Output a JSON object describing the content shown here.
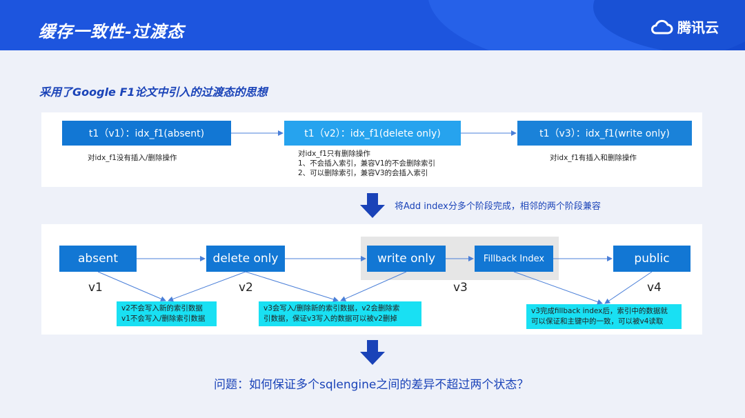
{
  "header": {
    "title": "缓存一致性-过渡态",
    "logo_text": "腾讯云"
  },
  "subtitle": "采用了Google F1论文中引入的过渡态的思想",
  "top_flow": {
    "states": [
      {
        "label": "t1（v1）：idx_f1(absent)",
        "desc": [
          "对idx_f1没有插入/删除操作"
        ]
      },
      {
        "label": "t1（v2）：idx_f1(delete only)",
        "desc": [
          "对idx_f1只有删除操作",
          "1、不会插入索引，兼容V1的不会删除索引",
          "2、可以删除索引，兼容V3的会插入索引"
        ]
      },
      {
        "label": "t1（v3）：idx_f1(write only)",
        "desc": [
          "对idx_f1有插入和删除操作"
        ]
      }
    ]
  },
  "banner": "将Add index分多个阶段完成，相邻的两个阶段兼容",
  "bottom_flow": {
    "states": [
      "absent",
      "delete only",
      "write only",
      "Fillback Index",
      "public"
    ],
    "versions": [
      "v1",
      "v2",
      "v3",
      "v4"
    ],
    "notes": [
      [
        "v2不会写入新的索引数据",
        "v1不会写入/删除索引数据"
      ],
      [
        "v3会写入/删除新的索引数据，v2会删除索",
        "引数据，保证v3写入的数据可以被v2删掉"
      ],
      [
        "v3完成fillback index后，索引中的数据就",
        "可以保证和主键中的一致，可以被v4读取"
      ]
    ]
  },
  "question": "问题：如何保证多个sqlengine之间的差异不超过两个状态？",
  "colors": {
    "header": "#1d55de",
    "box_dark": "#1277d4",
    "box_light": "#26a3ee",
    "note": "#19e0f3",
    "arrow": "#1a43b8",
    "text_accent": "#1a43b8"
  }
}
